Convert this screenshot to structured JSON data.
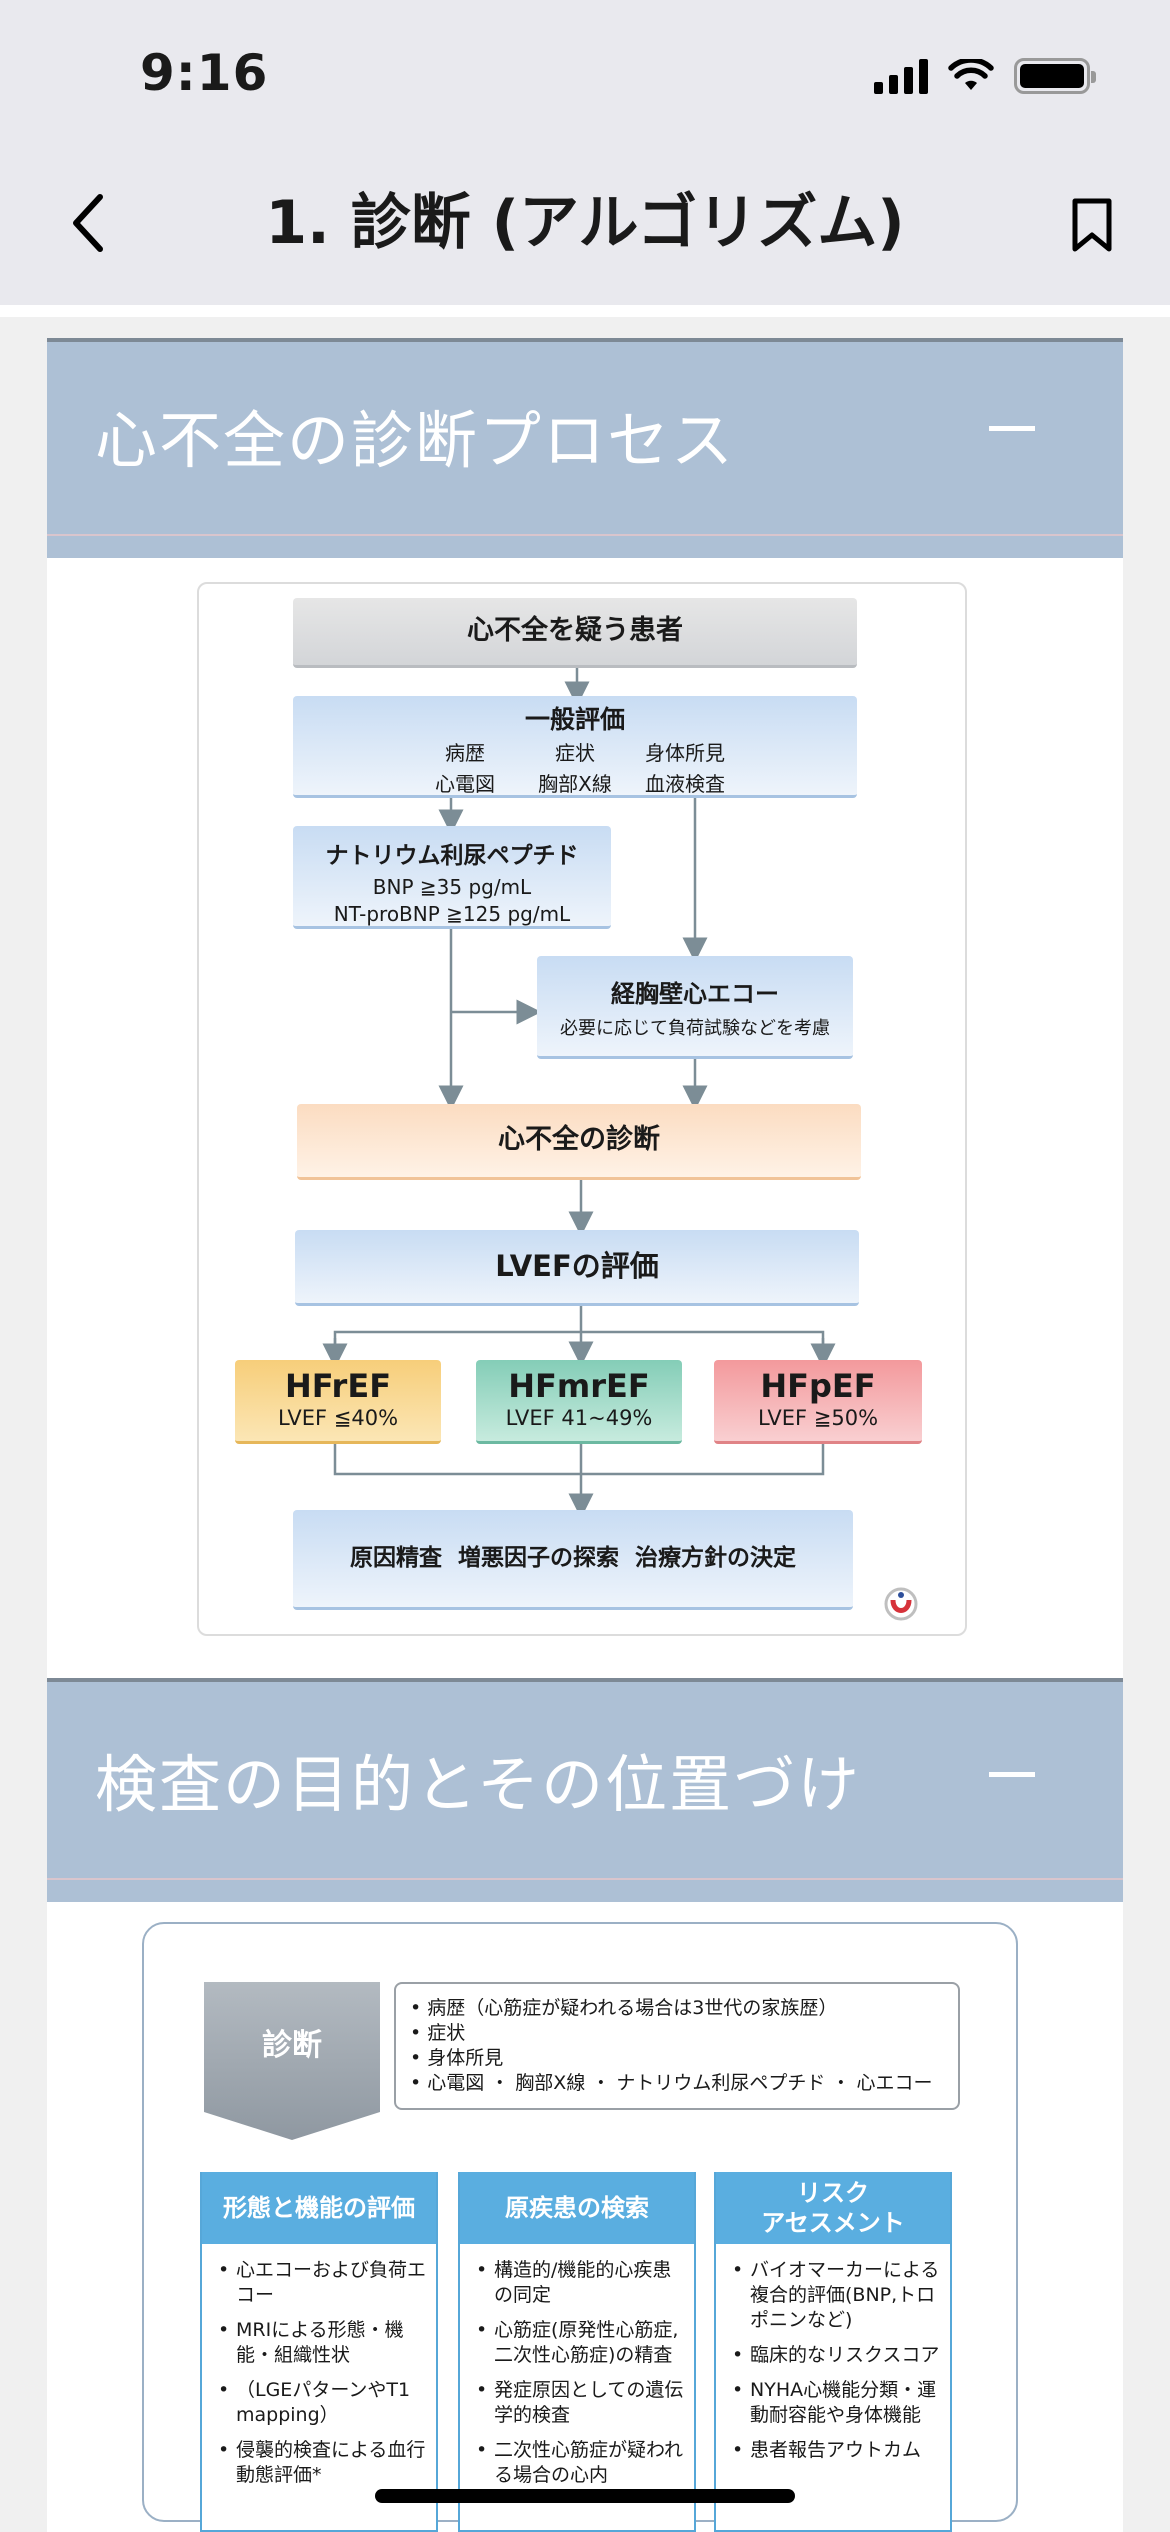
{
  "status_bar": {
    "time": "9:16"
  },
  "nav": {
    "title": "1. 診断 (アルゴリズム)"
  },
  "section1": {
    "title": "心不全の診断プロセス",
    "flow": {
      "suspect": "心不全を疑う患者",
      "general_title": "一般評価",
      "general_items": [
        "病歴",
        "症状",
        "身体所見",
        "心電図",
        "胸部X線",
        "血液検査"
      ],
      "natriuretic_title": "ナトリウム利尿ペプチド",
      "natriuretic_line1": "BNP ≧35 pg/mL",
      "natriuretic_line2": "NT-proBNP ≧125 pg/mL",
      "echo_title": "経胸壁心エコー",
      "echo_sub": "必要に応じて負荷試験などを考慮",
      "diagnosis": "心不全の診断",
      "lvef": "LVEFの評価",
      "hfref_title": "HFrEF",
      "hfref_sub": "LVEF ≦40%",
      "hfmref_title": "HFmrEF",
      "hfmref_sub": "LVEF 41~49%",
      "hfpef_title": "HFpEF",
      "hfpef_sub": "LVEF ≧50%",
      "final": "原因精査  増悪因子の探索  治療方針の決定"
    }
  },
  "section2": {
    "title": "検査の目的とその位置づけ",
    "diag_label": "診断",
    "diag_items": [
      "病歴（心筋症が疑われる場合は3世代の家族歴）",
      "症状",
      "身体所見",
      "心電図 ・ 胸部X線 ・ ナトリウム利尿ペプチド ・ 心エコー"
    ],
    "col1": {
      "title": "形態と機能の評価",
      "items": [
        "心エコーおよび負荷エコー",
        "MRIによる形態・機能・組織性状",
        "（LGEパターンやT1 mapping）",
        "侵襲的検査による血行動態評価*"
      ]
    },
    "col2": {
      "title": "原疾患の検索",
      "items": [
        "構造的/機能的心疾患の同定",
        "心筋症(原発性心筋症,二次性心筋症)の精査",
        "発症原因としての遺伝学的検査",
        "二次性心筋症が疑われる場合の心内"
      ]
    },
    "col3": {
      "title_line1": "リスク",
      "title_line2": "アセスメント",
      "items": [
        "バイオマーカーによる複合的評価(BNP,トロポニンなど)",
        "臨床的なリスクスコア",
        "NYHA心機能分類・運動耐容能や身体機能",
        "患者報告アウトカム"
      ]
    }
  },
  "colors": {
    "header_bg": "#adc0d5",
    "accent_blue": "#5aaee0"
  },
  "icons": {
    "back": "chevron-left-icon",
    "bookmark": "bookmark-icon",
    "toggle": "minus-icon"
  }
}
